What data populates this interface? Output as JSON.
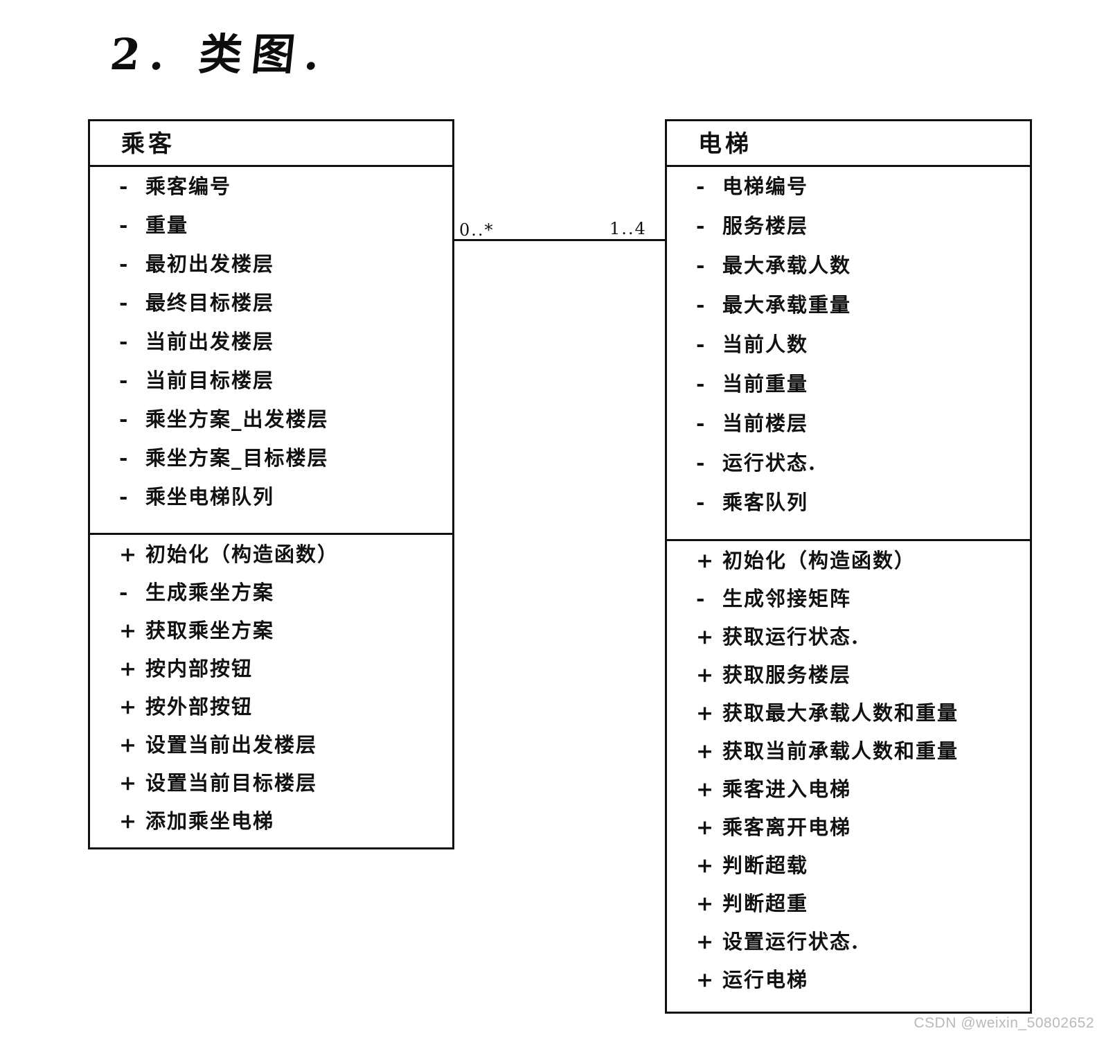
{
  "page": {
    "title": "2. 类图.",
    "watermark": "CSDN @weixin_50802652"
  },
  "diagram": {
    "type": "uml-class-diagram",
    "classes": [
      {
        "id": "passenger",
        "name": "乘客",
        "attributes": [
          {
            "visibility": "-",
            "name": "乘客编号"
          },
          {
            "visibility": "-",
            "name": "重量"
          },
          {
            "visibility": "-",
            "name": "最初出发楼层"
          },
          {
            "visibility": "-",
            "name": "最终目标楼层"
          },
          {
            "visibility": "-",
            "name": "当前出发楼层"
          },
          {
            "visibility": "-",
            "name": "当前目标楼层"
          },
          {
            "visibility": "-",
            "name": "乘坐方案_出发楼层"
          },
          {
            "visibility": "-",
            "name": "乘坐方案_目标楼层"
          },
          {
            "visibility": "-",
            "name": "乘坐电梯队列"
          }
        ],
        "methods": [
          {
            "visibility": "+",
            "name": "初始化（构造函数）"
          },
          {
            "visibility": "-",
            "name": "生成乘坐方案"
          },
          {
            "visibility": "+",
            "name": "获取乘坐方案"
          },
          {
            "visibility": "+",
            "name": "按内部按钮"
          },
          {
            "visibility": "+",
            "name": "按外部按钮"
          },
          {
            "visibility": "+",
            "name": "设置当前出发楼层"
          },
          {
            "visibility": "+",
            "name": "设置当前目标楼层"
          },
          {
            "visibility": "+",
            "name": "添加乘坐电梯"
          }
        ]
      },
      {
        "id": "elevator",
        "name": "电梯",
        "attributes": [
          {
            "visibility": "-",
            "name": "电梯编号"
          },
          {
            "visibility": "-",
            "name": "服务楼层"
          },
          {
            "visibility": "-",
            "name": "最大承载人数"
          },
          {
            "visibility": "-",
            "name": "最大承载重量"
          },
          {
            "visibility": "-",
            "name": "当前人数"
          },
          {
            "visibility": "-",
            "name": "当前重量"
          },
          {
            "visibility": "-",
            "name": "当前楼层"
          },
          {
            "visibility": "-",
            "name": "运行状态."
          },
          {
            "visibility": "-",
            "name": "乘客队列"
          }
        ],
        "methods": [
          {
            "visibility": "+",
            "name": "初始化（构造函数）"
          },
          {
            "visibility": "-",
            "name": "生成邻接矩阵"
          },
          {
            "visibility": "+",
            "name": "获取运行状态."
          },
          {
            "visibility": "+",
            "name": "获取服务楼层"
          },
          {
            "visibility": "+",
            "name": "获取最大承载人数和重量"
          },
          {
            "visibility": "+",
            "name": "获取当前承载人数和重量"
          },
          {
            "visibility": "+",
            "name": "乘客进入电梯"
          },
          {
            "visibility": "+",
            "name": "乘客离开电梯"
          },
          {
            "visibility": "+",
            "name": "判断超载"
          },
          {
            "visibility": "+",
            "name": "判断超重"
          },
          {
            "visibility": "+",
            "name": "设置运行状态."
          },
          {
            "visibility": "+",
            "name": "运行电梯"
          }
        ]
      }
    ],
    "association": {
      "source_multiplicity": "0..*",
      "target_multiplicity": "1..4"
    }
  }
}
